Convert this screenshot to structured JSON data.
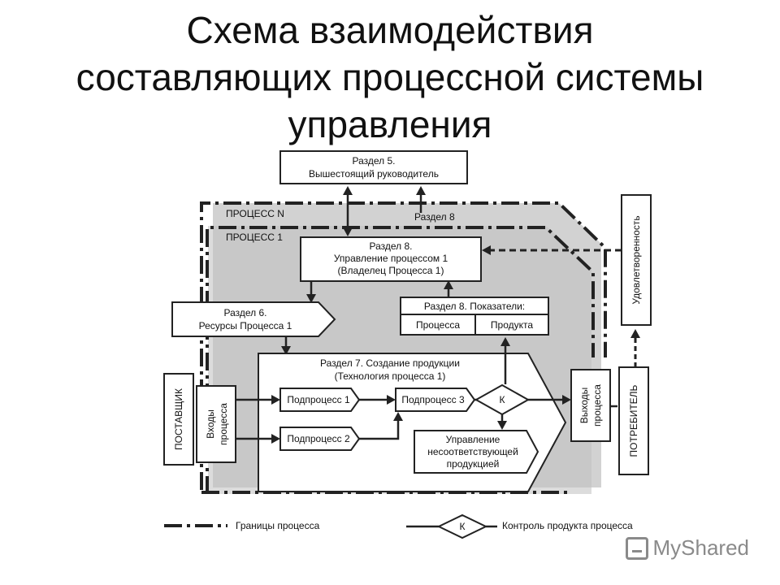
{
  "title": {
    "line1": "Схема взаимодействия",
    "line2": "составляющих  процессной системы",
    "line3": "управления"
  },
  "diagram": {
    "top_manager": {
      "line1": "Раздел 5.",
      "line2": "Вышестоящий руководитель"
    },
    "process_n": "ПРОЦЕСС N",
    "process_1": "ПРОЦЕСС 1",
    "section8_label": "Раздел 8",
    "process_mgmt": {
      "line1": "Раздел 8.",
      "line2": "Управление процессом 1",
      "line3": "(Владелец  Процесса 1)"
    },
    "satisfaction": "Удовлетворенность",
    "resources": {
      "line1": "Раздел 6.",
      "line2": "Ресурсы Процесса 1"
    },
    "indicators": {
      "title": "Раздел 8. Показатели:",
      "col1": "Процесса",
      "col2": "Продукта"
    },
    "production": {
      "line1": "Раздел 7. Создание продукции",
      "line2": "(Технология процесса 1)"
    },
    "supplier": "ПОСТАВЩИК",
    "inputs": {
      "line1": "Входы",
      "line2": "процесса"
    },
    "subprocess1": "Подпроцесс 1",
    "subprocess2": "Подпроцесс 2",
    "subprocess3": "Подпроцесс 3",
    "control_k": "К",
    "outputs": {
      "line1": "Выходы",
      "line2": "процесса"
    },
    "consumer": "ПОТРЕБИТЕЛЬ",
    "nonconformity": {
      "line1": "Управление",
      "line2": "несоответствующей",
      "line3": "продукцией"
    }
  },
  "legend": {
    "boundary": "Границы процесса",
    "k": "К",
    "control": "Контроль продукта процесса"
  },
  "watermark": "MyShared"
}
